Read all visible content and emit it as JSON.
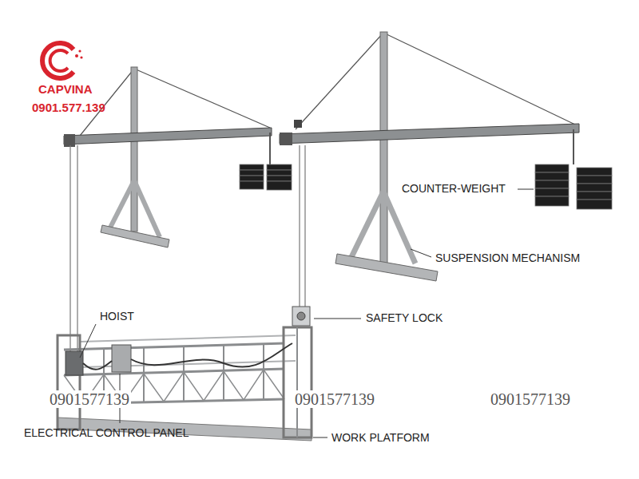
{
  "diagram": {
    "labels": [
      "CAPVINA",
      "0901.577.139",
      "COUNTER-WEIGHT",
      "SUSPENSION MECHANISM",
      "HOIST",
      "SAFETY LOCK",
      "0901577139",
      "0901577139",
      "0901577139",
      "ELECTRICAL CONTROL PANEL",
      "WORK PLATFORM"
    ]
  }
}
